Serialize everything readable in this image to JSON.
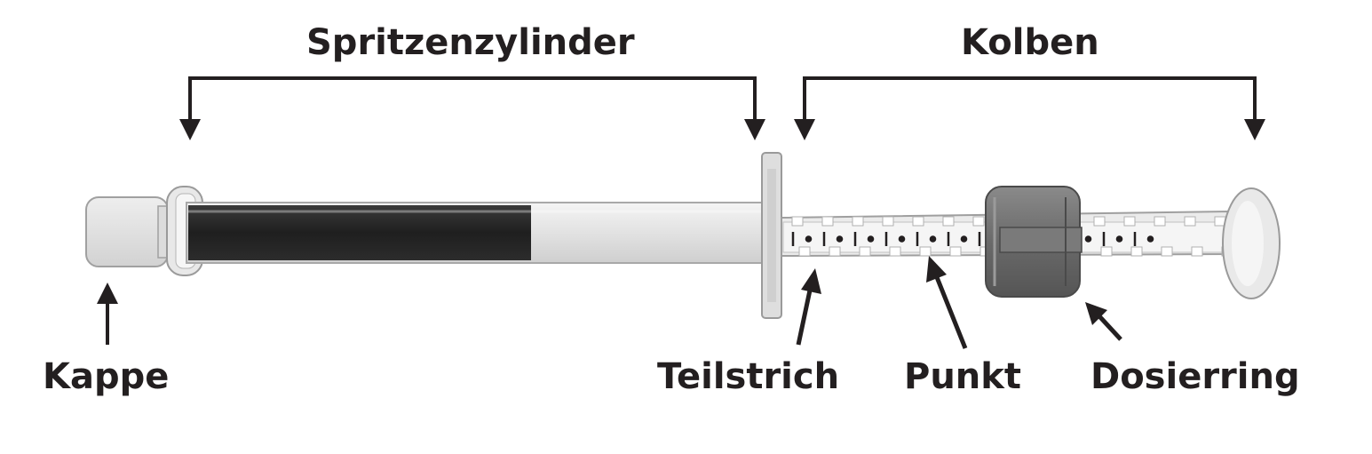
{
  "labels": {
    "barrel": "Spritzenzylinder",
    "plunger": "Kolben",
    "cap": "Kappe",
    "graduation": "Teilstrich",
    "dot": "Punkt",
    "dosing_ring": "Dosierring"
  },
  "colors": {
    "ink": "#231f20",
    "liquid": "#2a2a2a",
    "plastic": "#e6e6e6",
    "ring": "#6e6e6e"
  }
}
